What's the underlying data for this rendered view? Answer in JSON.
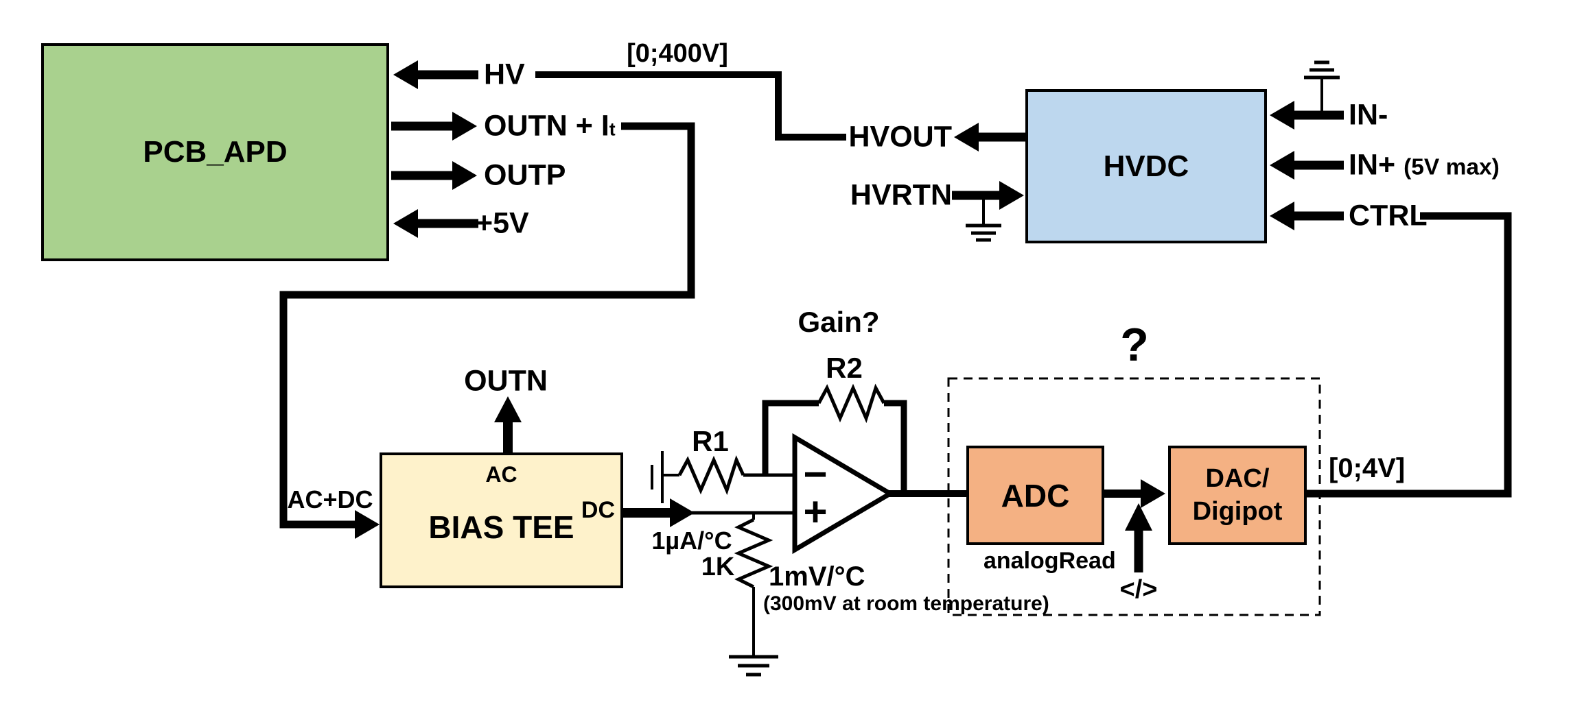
{
  "blocks": {
    "pcb_apd": {
      "title": "PCB_APD"
    },
    "hvdc": {
      "title": "HVDC"
    },
    "bias_tee": {
      "title": "BIAS TEE",
      "port_ac": "AC",
      "port_dc": "DC"
    },
    "adc": {
      "title": "ADC",
      "caption": "analogRead"
    },
    "dac": {
      "title_line1": "DAC/",
      "title_line2": "Digipot"
    },
    "unknown_group": {
      "title": "?"
    }
  },
  "ports": {
    "hv": "HV",
    "outn_it_main": "OUTN + I",
    "outn_it_sub": "t",
    "outp": "OUTP",
    "plus5v": "+5V",
    "hvout": "HVOUT",
    "hvrtn": "HVRTN",
    "in_minus": "IN-",
    "in_plus": "IN+",
    "in_plus_note": "(5V max)",
    "ctrl": "CTRL",
    "outn": "OUTN",
    "ac_plus_dc": "AC+DC"
  },
  "annotations": {
    "hv_range": "[0;400V]",
    "ctrl_range": "[0;4V]",
    "gain": "Gain?",
    "r1": "R1",
    "r2": "R2",
    "r_1k": "1K",
    "current_tempco": "1µA/°C",
    "voltage_tempco": "1mV/°C",
    "room_temp_note": "(300mV at room temperature)",
    "code_symbol": "</>",
    "opamp_minus": "−",
    "opamp_plus": "+"
  },
  "colors": {
    "pcb_apd_fill": "#a9d18e",
    "hvdc_fill": "#bdd7ee",
    "bias_tee_fill": "#fef2cb",
    "adc_dac_fill": "#f4b183",
    "wire": "#000000",
    "background": "#ffffff"
  }
}
